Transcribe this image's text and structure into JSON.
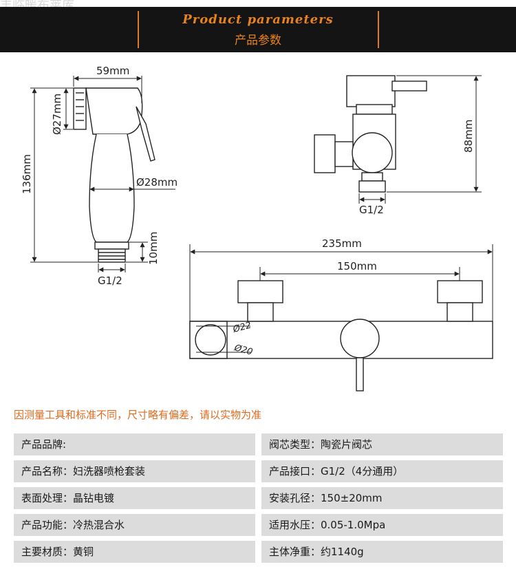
{
  "watermark": "丰临暖布莱库",
  "header": {
    "title_en": "Product parameters",
    "title_cn": "产品参数"
  },
  "diagram": {
    "sprayer_width": "59mm",
    "sprayer_neck_dia": "Ø27mm",
    "sprayer_length": "136mm",
    "sprayer_body_dia": "Ø28mm",
    "sprayer_thread_len": "10mm",
    "sprayer_thread": "G1/2",
    "valve_height": "88mm",
    "valve_thread": "G1/2",
    "bar_length": "235mm",
    "bar_spacing": "150mm",
    "holder_dia_outer": "Ø22",
    "holder_dia_inner": "Ø20"
  },
  "note": "因测量工具和标准不同，尺寸略有偏差，请以实物为准",
  "specs": [
    {
      "left": "产品品牌:",
      "right": "阀芯类型：陶瓷片阀芯"
    },
    {
      "left": "产品名称：妇洗器喷枪套装",
      "right": "产品接口：G1/2（4分通用）"
    },
    {
      "left": "表面处理：晶钻电镀",
      "right": "安装孔径：150±20mm"
    },
    {
      "left": "产品功能：冷热混合水",
      "right": "适用水压：0.05-1.0Mpa"
    },
    {
      "left": "主要材质：黄铜",
      "right": "主体净重：约1140g"
    }
  ]
}
